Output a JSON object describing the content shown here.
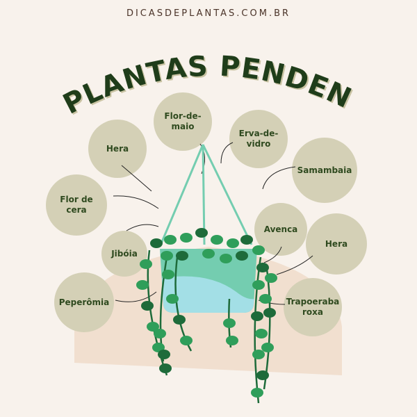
{
  "site": "DICASDEPLANTAS.COM.BR",
  "title": "PLANTAS PENDENTES",
  "colors": {
    "background": "#f8f2ec",
    "bubble": "#d4d0b6",
    "title": "#1f3d1a",
    "leaf": "#2f9e5a",
    "leaf_dark": "#1e6b3a",
    "pot": "#74cdb0",
    "pot_light": "#a3dfe6",
    "arch": "#f1dfcf"
  },
  "plants": [
    {
      "label": "Flor-de-\nmaio"
    },
    {
      "label": "Hera"
    },
    {
      "label": "Erva-de-\nvidro"
    },
    {
      "label": "Samambaia"
    },
    {
      "label": "Flor de\ncera"
    },
    {
      "label": "Avenca"
    },
    {
      "label": "Hera"
    },
    {
      "label": "Jibóia"
    },
    {
      "label": "Peperômia"
    },
    {
      "label": "Trapoeraba\nroxa"
    }
  ]
}
